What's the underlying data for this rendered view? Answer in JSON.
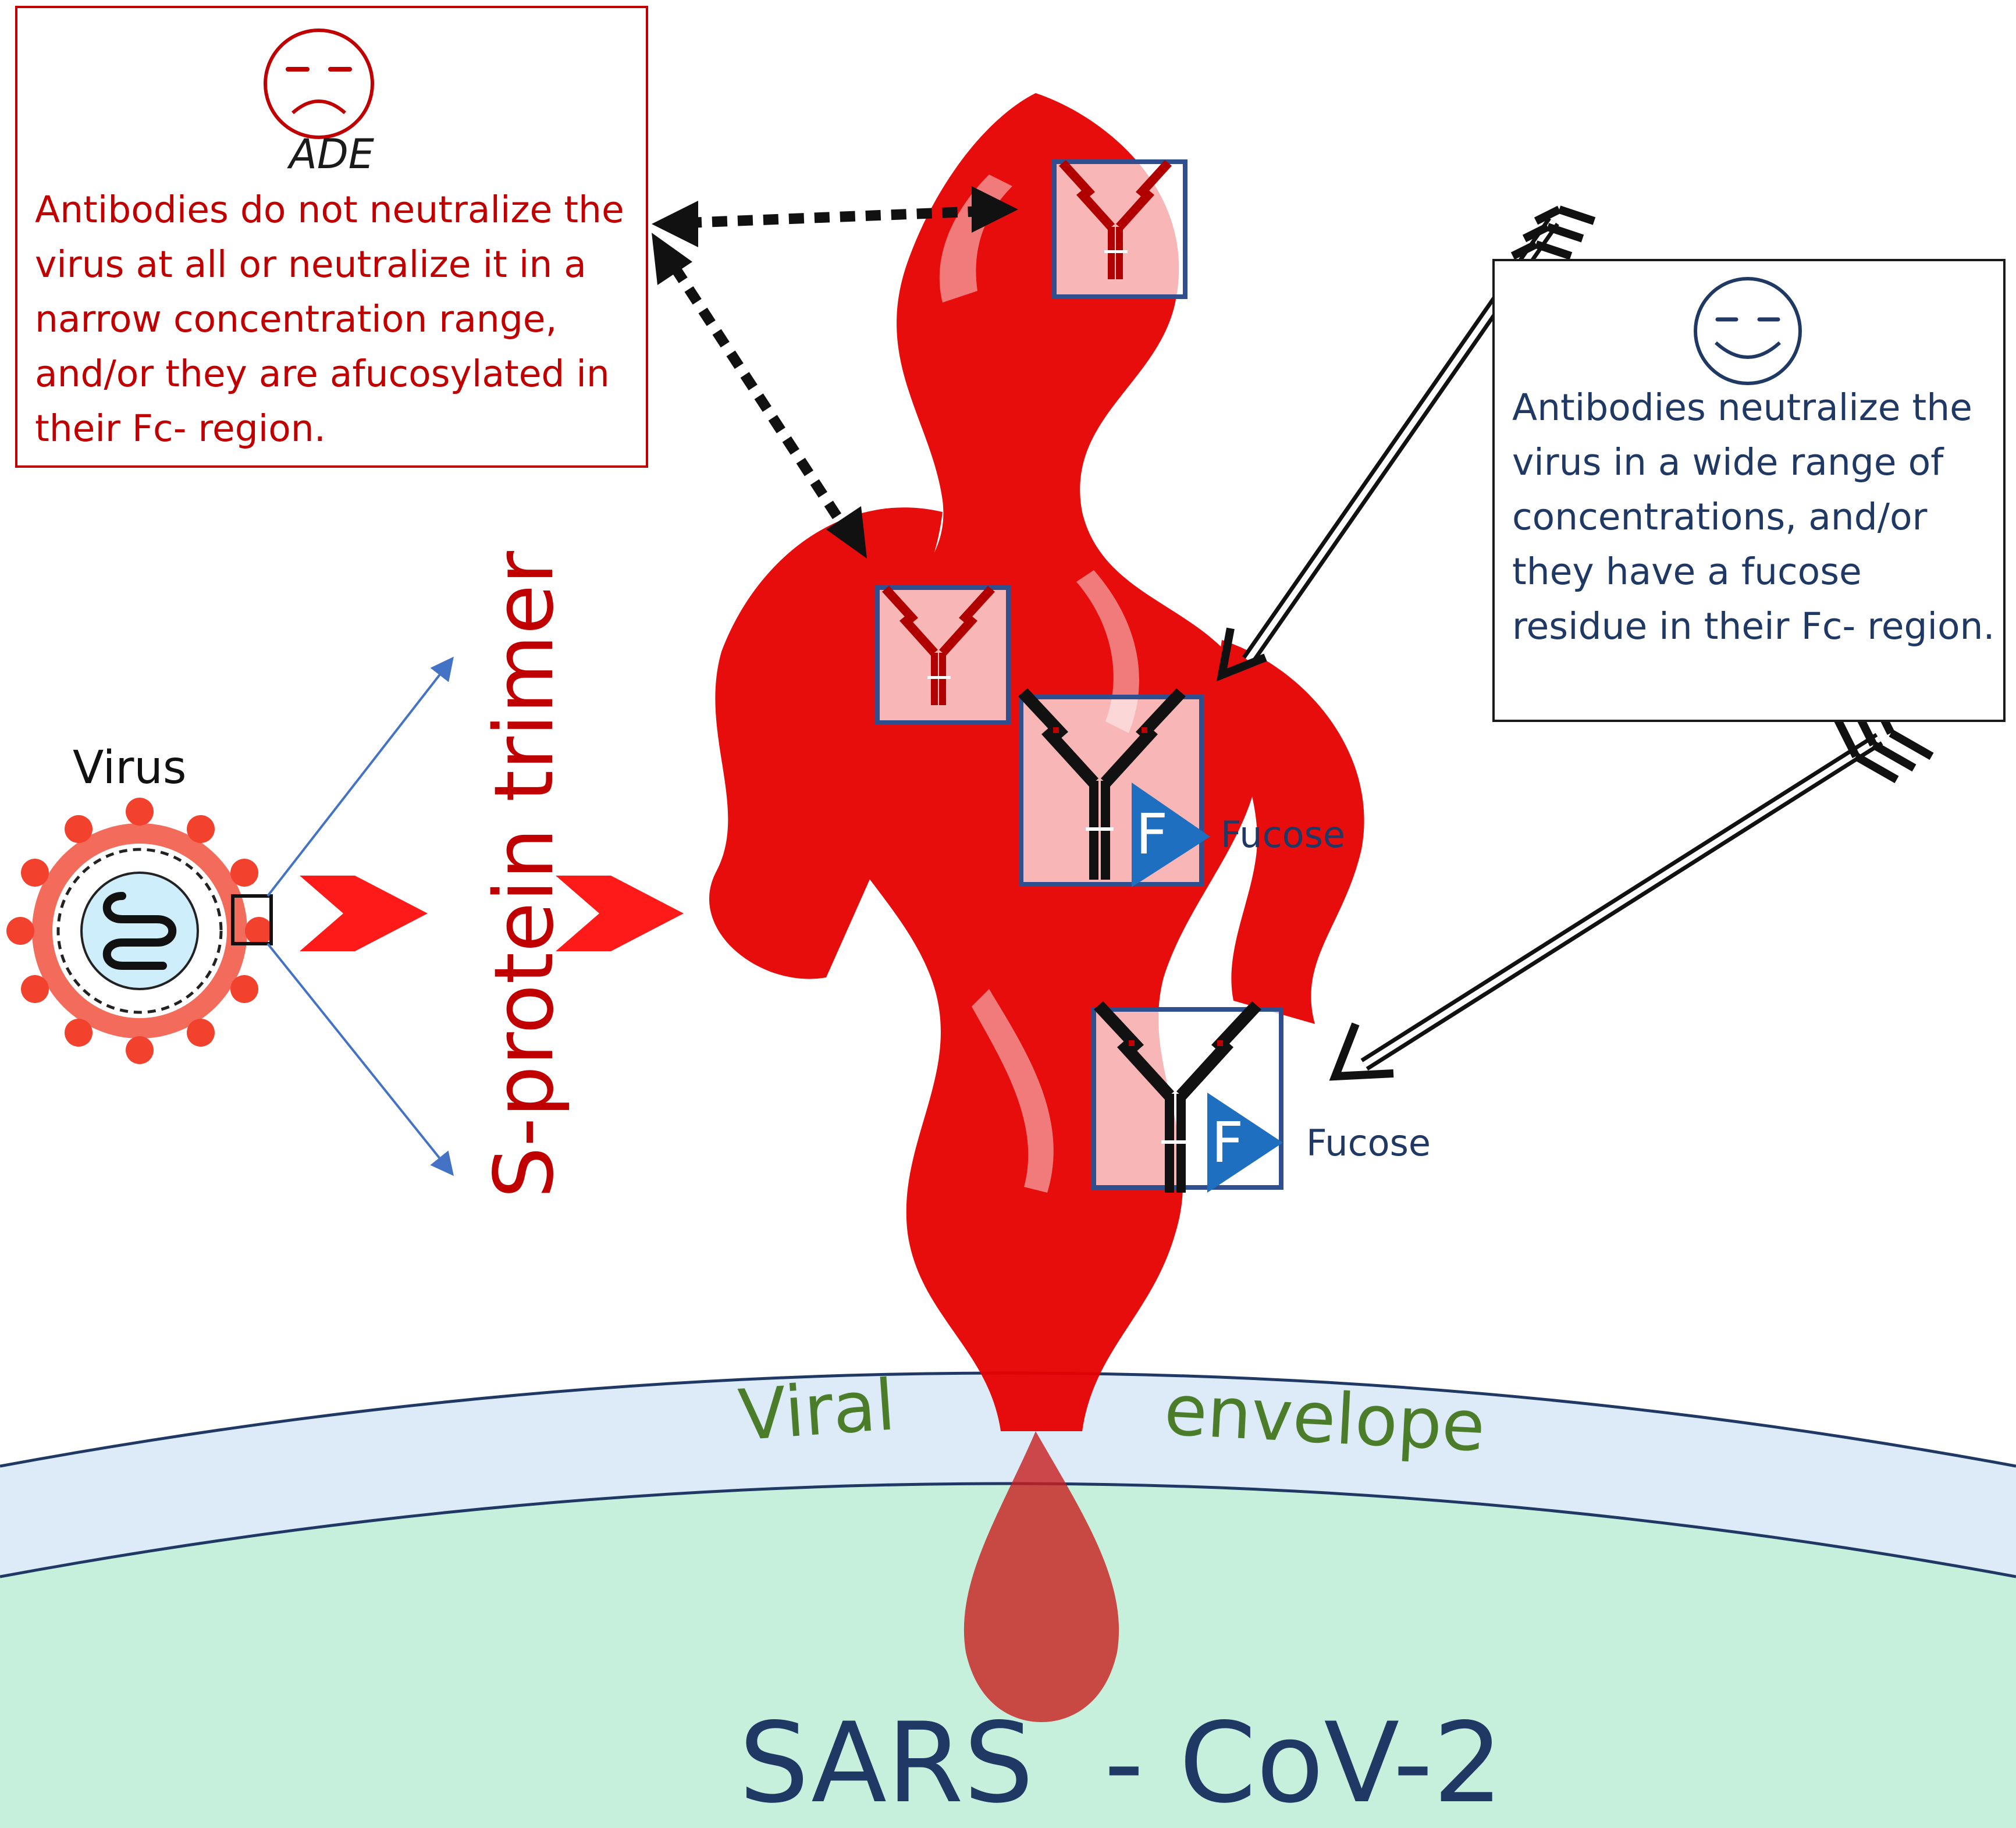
{
  "ade_box": {
    "title": "ADE",
    "text": "Antibodies do not neutralize the virus at all or neutralize it in a narrow concentration range, and/or they are afucosylated in their Fc- region.",
    "face_icon": "sad-face-icon"
  },
  "neutralizing_box": {
    "text": "Antibodies neutralize the virus in a wide range of concentrations, and/or they have a fucose residue in their Fc- region.",
    "face_icon": "smiling-face-icon"
  },
  "labels": {
    "virus": "Virus",
    "s_protein_trimer": "S-protein trimer",
    "fucose_1": "Fucose",
    "fucose_2": "Fucose",
    "fucose_letter_1": "F",
    "fucose_letter_2": "F",
    "viral": "Viral",
    "envelope": "envelope",
    "sars_cov2": "SARS  - CoV-2"
  },
  "colors": {
    "ade_red": "#c00000",
    "dragon_red": "#e60000",
    "navy_text": "#1f3864",
    "envelope_green_text": "#4a7c2a",
    "envelope_band": "#dcebf7",
    "cell_interior": "#c6efdc",
    "fucose_triangle": "#1f6fc0",
    "antibody_frame": "#2f4f8f"
  },
  "icons": [
    "virus-icon",
    "red-chevron-arrow-icon",
    "antibody-icon",
    "fucose-triangle-icon",
    "feathered-arrow-icon",
    "dashed-double-arrow-icon"
  ]
}
